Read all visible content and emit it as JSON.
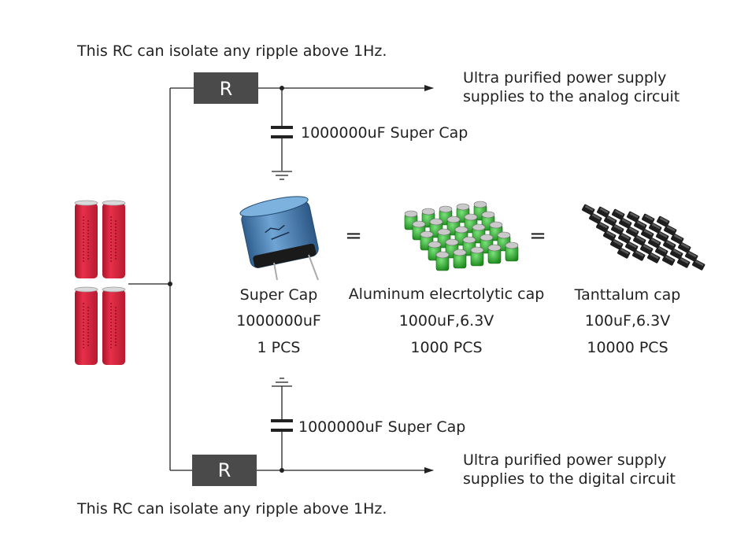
{
  "captions": {
    "top_note": "This RC can isolate any ripple above 1Hz.",
    "bottom_note": "This RC can isolate any ripple above 1Hz."
  },
  "resistors": {
    "top_label": "R",
    "bottom_label": "R",
    "fill_color": "#4a4a4a"
  },
  "capacitors": {
    "top_label": "1000000uF Super Cap",
    "bottom_label": "1000000uF Super Cap"
  },
  "outputs": {
    "analog_line1": "Ultra purified power supply",
    "analog_line2": "supplies to the analog circuit",
    "digital_line1": "Ultra purified power supply",
    "digital_line2": "supplies to the digital circuit"
  },
  "comparison": {
    "equals_symbol": "=",
    "items": [
      {
        "name": "Super Cap",
        "spec": "1000000uF",
        "count": "1 PCS",
        "icon": "super-cap-icon",
        "color": "#4f86b8"
      },
      {
        "name": "Aluminum elecrtolytic cap",
        "spec": "1000uF,6.3V",
        "count": "1000 PCS",
        "icon": "electrolytic-cap-array-icon",
        "color": "#3cb43c"
      },
      {
        "name": "Tanttalum cap",
        "spec": "100uF,6.3V",
        "count": "10000 PCS",
        "icon": "tantalum-cap-array-icon",
        "color": "#1e1e1e"
      }
    ]
  },
  "battery": {
    "icon": "battery-pack-icon",
    "color": "#d7263d"
  }
}
